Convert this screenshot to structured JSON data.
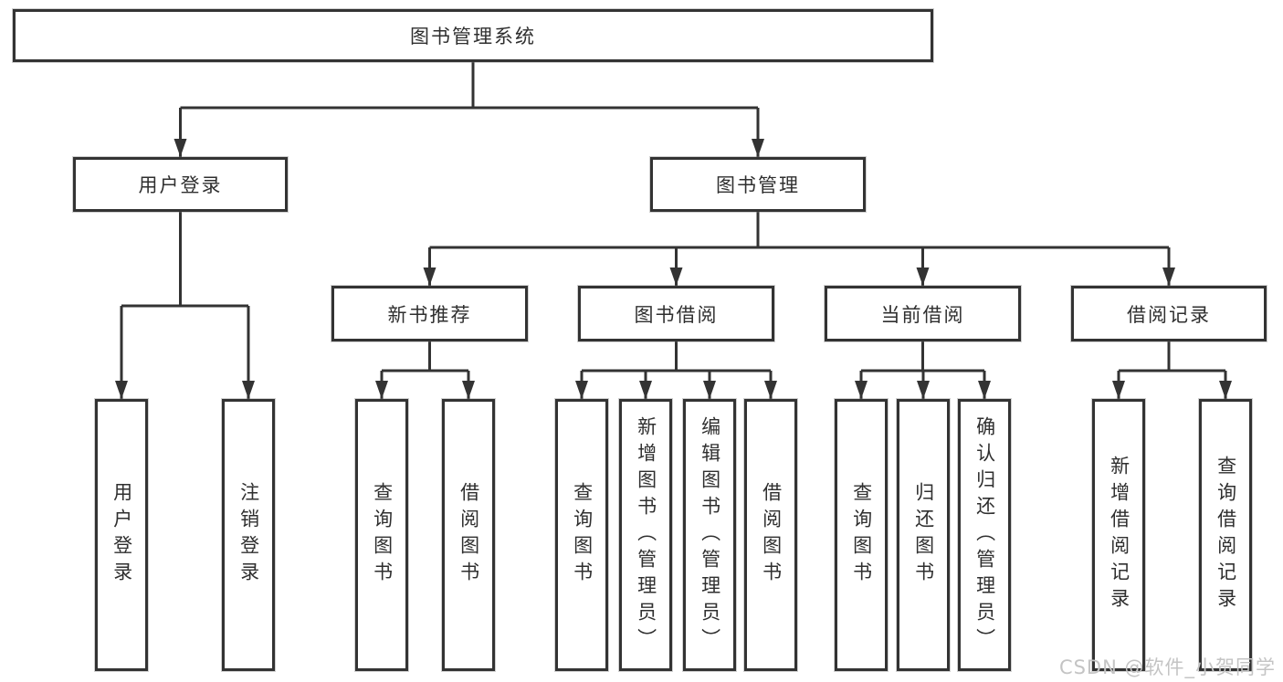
{
  "diagram": {
    "nodes": {
      "root": "图书管理系统",
      "user_login": "用户登录",
      "book_mgmt": "图书管理",
      "new_book_rec": "新书推荐",
      "book_borrow": "图书借阅",
      "current_borrow": "当前借阅",
      "borrow_records": "借阅记录",
      "leaf_user_login": "用户登录",
      "leaf_logout": "注销登录",
      "leaf_query_book_1": "查询图书",
      "leaf_borrow_book_1": "借阅图书",
      "leaf_query_book_2": "查询图书",
      "leaf_add_book": "新增图书（管理员）",
      "leaf_edit_book": "编辑图书（管理员）",
      "leaf_borrow_book_2": "借阅图书",
      "leaf_query_book_3": "查询图书",
      "leaf_return_book": "归还图书",
      "leaf_confirm_return": "确认归还（管理员）",
      "leaf_add_record": "新增借阅记录",
      "leaf_query_record": "查询借阅记录"
    }
  },
  "watermark": "CSDN @软件_小贺同学",
  "colors": {
    "line": "#333333",
    "text": "#2f2f2f",
    "watermark": "#c4c4c4",
    "background": "#ffffff"
  }
}
